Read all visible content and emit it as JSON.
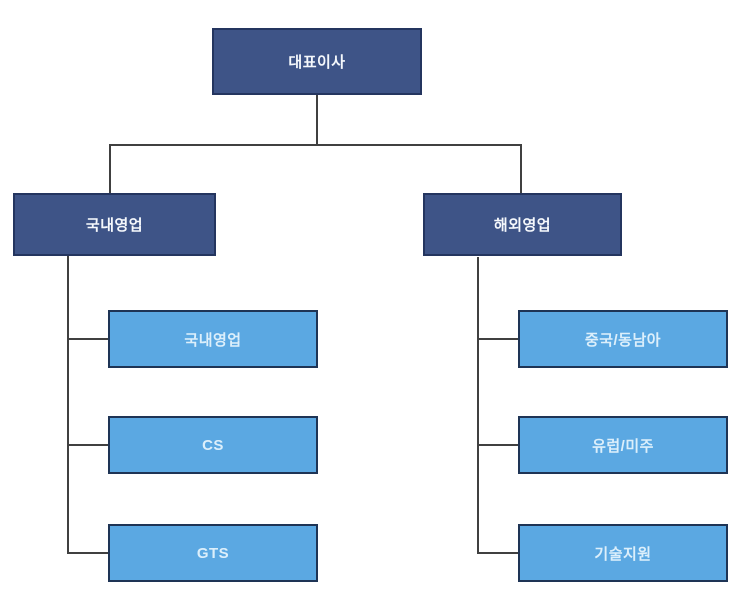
{
  "org_chart": {
    "type": "org-chart",
    "root": {
      "label": "대표이사"
    },
    "branches": [
      {
        "label": "국내영업",
        "children": [
          "국내영업",
          "CS",
          "GTS"
        ]
      },
      {
        "label": "해외영업",
        "children": [
          "중국/동남아",
          "유럽/미주",
          "기술지원"
        ]
      }
    ],
    "colors": {
      "level1_fill": "#3E5487",
      "level1_border": "#24355F",
      "level1_text": "#F5F8FC",
      "child_fill": "#5BA8E2",
      "child_border": "#1E3455",
      "child_text": "#DCEFFB",
      "connector": "#404040",
      "background": "#FFFFFF"
    }
  }
}
